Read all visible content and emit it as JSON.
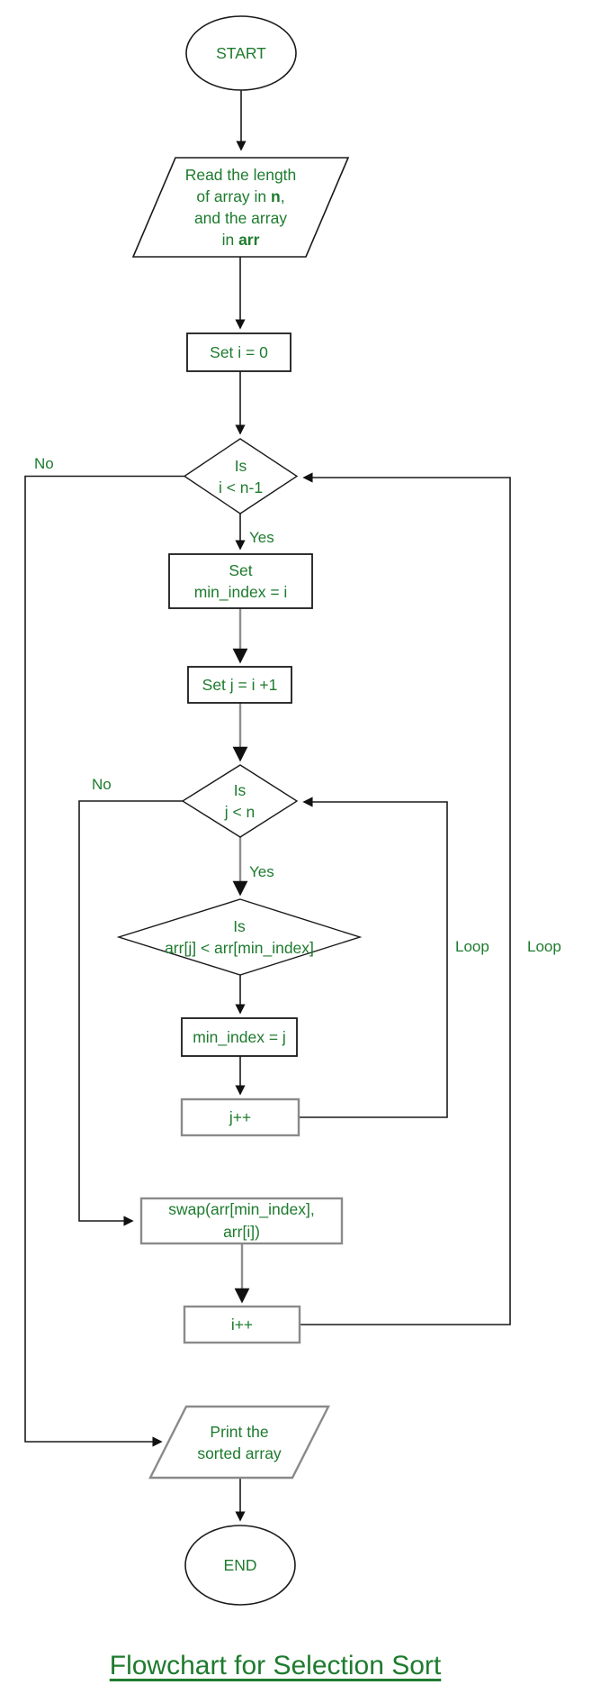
{
  "title": {
    "text": "Flowchart for Selection Sort"
  },
  "colors": {
    "text_green": "#1e7b2e",
    "line_dark": "#1a1a1a",
    "line_gray": "#8f8f8f",
    "background": "#ffffff"
  },
  "nodes": {
    "start": {
      "label": "START"
    },
    "read_input": {
      "line1": "Read the length",
      "line2_pre": "of array in ",
      "line2_bold": "n",
      "line2_post": ",",
      "line3": "and the array",
      "line4_pre": "in ",
      "line4_bold": "arr"
    },
    "set_i": {
      "label": "Set i = 0"
    },
    "outer_condition": {
      "line1": "Is",
      "line2": "i < n-1"
    },
    "set_min_index": {
      "line1": "Set",
      "line2": "min_index = i"
    },
    "set_j": {
      "label": "Set j = i +1"
    },
    "inner_condition": {
      "line1": "Is",
      "line2": "j < n"
    },
    "compare_condition": {
      "line1": "Is",
      "line2": "arr[j] < arr[min_index]"
    },
    "update_min_index": {
      "label": "min_index = j"
    },
    "increment_j": {
      "label": "j++"
    },
    "swap": {
      "line1": "swap(arr[min_index],",
      "line2": "arr[i])"
    },
    "increment_i": {
      "label": "i++"
    },
    "print_output": {
      "line1": "Print the",
      "line2": "sorted array"
    },
    "end": {
      "label": "END"
    }
  },
  "edge_labels": {
    "outer_no": "No",
    "outer_yes": "Yes",
    "inner_no": "No",
    "inner_yes": "Yes",
    "inner_loop": "Loop",
    "outer_loop": "Loop"
  }
}
